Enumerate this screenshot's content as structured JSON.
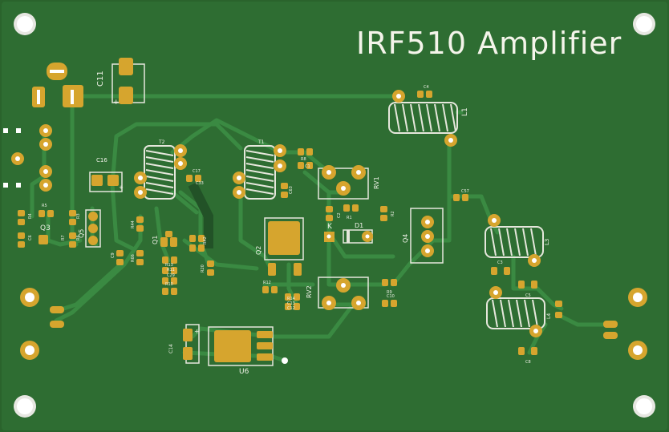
{
  "board": {
    "title": "IRF510 Amplifier",
    "colors": {
      "substrate": "#28602a",
      "copper": "#2a7232",
      "trace": "#31803a",
      "pad": "#d6a52e",
      "silk": "#f0f2ea"
    }
  },
  "labels": {
    "C11": "C11",
    "C16": "C16",
    "C4": "C4",
    "L1": "L1",
    "T1": "T1",
    "T2": "T2",
    "R8": "R8",
    "C1": "C1",
    "C17": "C17",
    "C63": "C63",
    "RV1": "RV1",
    "C57": "C57",
    "L3": "L3",
    "R1": "R1",
    "C2": "C2",
    "R2": "R2",
    "K": "K",
    "D1": "D1",
    "Q4": "Q4",
    "Q3": "Q3",
    "Q5": "Q5",
    "Q1": "Q1",
    "Q2": "Q2",
    "R4": "R4",
    "R3": "R3",
    "R5": "R5",
    "R7": "R7",
    "C6": "C6",
    "R6": "R6",
    "C9": "C9",
    "R44": "R44",
    "R66": "R66",
    "RV2": "RV2",
    "R12": "R12",
    "R10": "R10",
    "R11": "R11",
    "R14": "R14",
    "C3": "C3",
    "C5": "C5",
    "C8": "C8",
    "L4": "L4",
    "C14": "C14",
    "U6": "U6",
    "R9": "R9",
    "C10": "C10",
    "C12": "C12",
    "C13": "C13",
    "R42": "R42",
    "C33": "C33",
    "C29": "C29",
    "R13": "R13",
    "R20": "R20",
    "plus": "+"
  }
}
